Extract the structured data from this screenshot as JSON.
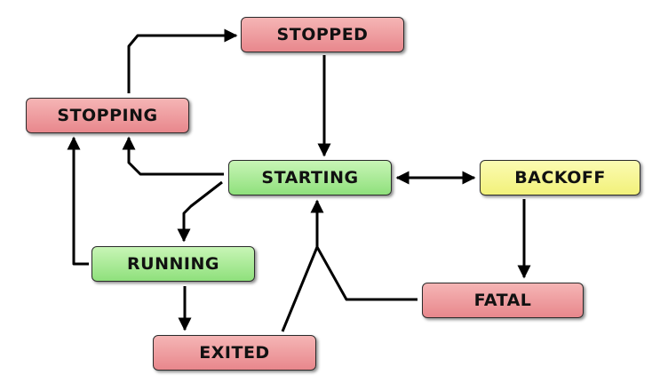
{
  "diagram": {
    "states": {
      "stopped": {
        "label": "STOPPED",
        "color": "#ec9ca1"
      },
      "stopping": {
        "label": "STOPPING",
        "color": "#ec9ca1"
      },
      "starting": {
        "label": "STARTING",
        "color": "#a8ea94"
      },
      "backoff": {
        "label": "BACKOFF",
        "color": "#f6f596"
      },
      "running": {
        "label": "RUNNING",
        "color": "#a8ea94"
      },
      "exited": {
        "label": "EXITED",
        "color": "#ec9ca1"
      },
      "fatal": {
        "label": "FATAL",
        "color": "#ec9ca1"
      }
    },
    "transitions": [
      {
        "from": "STOPPED",
        "to": "STARTING"
      },
      {
        "from": "STARTING",
        "to": "STOPPING"
      },
      {
        "from": "STARTING",
        "to": "RUNNING"
      },
      {
        "from": "STARTING",
        "to": "BACKOFF"
      },
      {
        "from": "BACKOFF",
        "to": "STARTING"
      },
      {
        "from": "BACKOFF",
        "to": "FATAL"
      },
      {
        "from": "RUNNING",
        "to": "STOPPING"
      },
      {
        "from": "RUNNING",
        "to": "EXITED"
      },
      {
        "from": "STOPPING",
        "to": "STOPPED"
      },
      {
        "from": "EXITED",
        "to": "STARTING"
      },
      {
        "from": "FATAL",
        "to": "STARTING"
      }
    ]
  }
}
